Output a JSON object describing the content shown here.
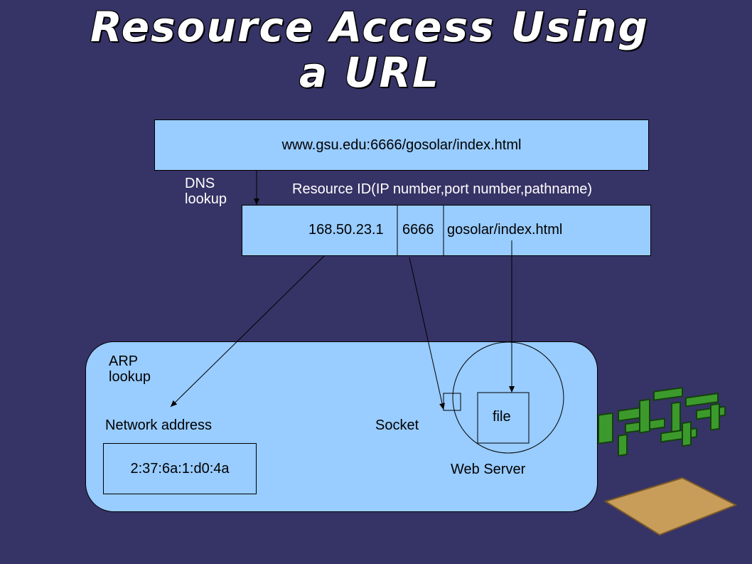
{
  "title": {
    "line1": "Resource Access Using",
    "line2": "a URL"
  },
  "url": "www.gsu.edu:6666/gosolar/index.html",
  "dns_lookup": {
    "line1": "DNS",
    "line2": "lookup"
  },
  "resource_id_label": "Resource ID(IP number,port number,pathname)",
  "resource_id": {
    "ip": "168.50.23.1",
    "port": "6666",
    "path": "gosolar/index.html"
  },
  "arp_lookup": {
    "line1": "ARP",
    "line2": "lookup"
  },
  "network_address_label": "Network address",
  "network_address": "2:37:6a:1:d0:4a",
  "socket_label": "Socket",
  "file_label": "file",
  "web_server_label": "Web Server",
  "colors": {
    "background": "#363366",
    "box": "#99ccff",
    "text_light": "#ffffff"
  },
  "icons": [
    "maze-icon"
  ]
}
